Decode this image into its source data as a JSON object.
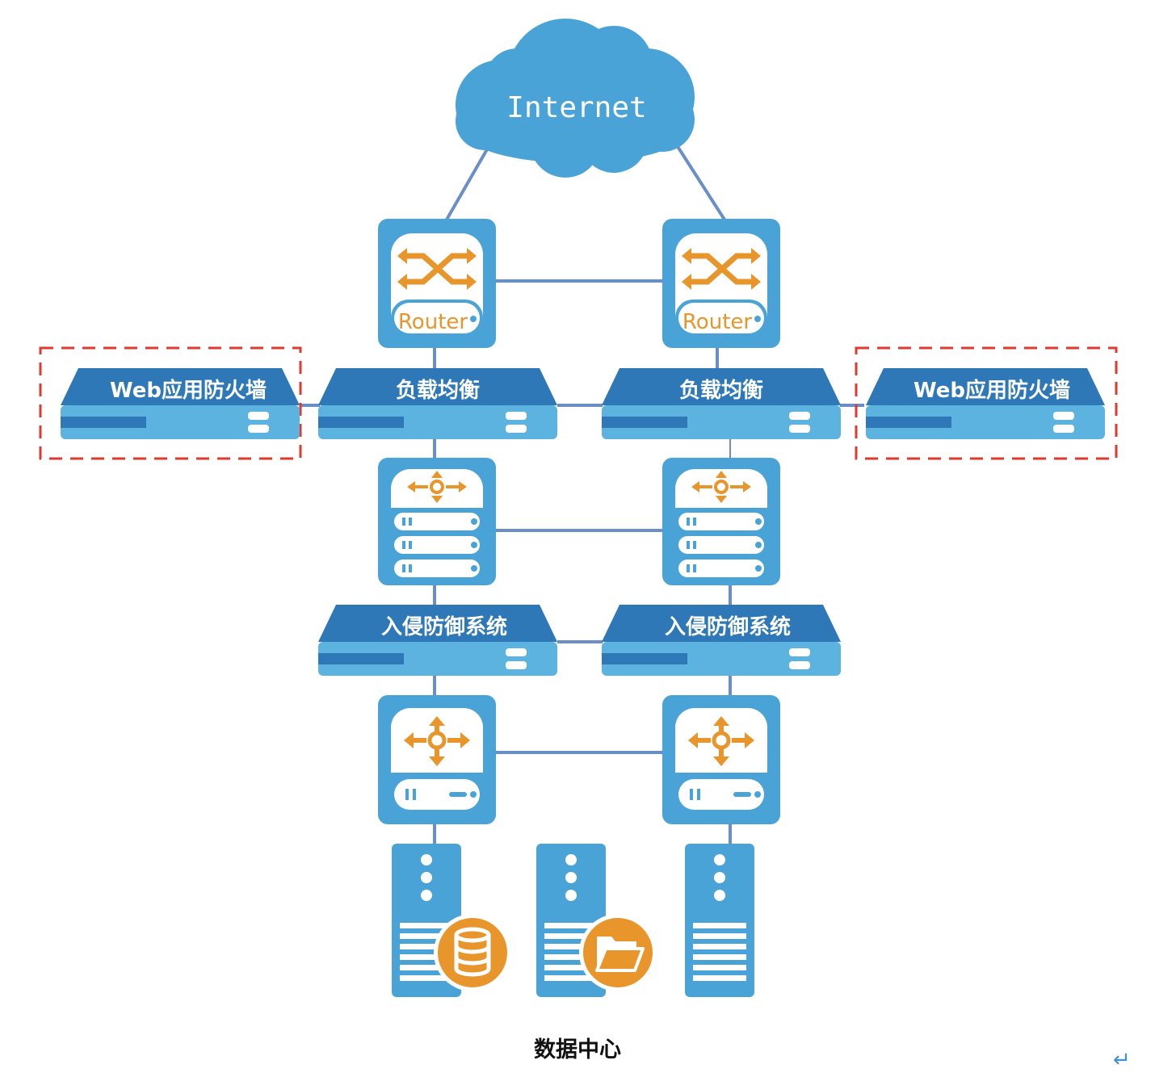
{
  "cloud": {
    "label": "Internet"
  },
  "routers": [
    {
      "label": "Router"
    },
    {
      "label": "Router"
    }
  ],
  "load_balancers": [
    {
      "label": "负载均衡"
    },
    {
      "label": "负载均衡"
    }
  ],
  "waf": [
    {
      "label": "Web应用防火墙"
    },
    {
      "label": "Web应用防火墙"
    }
  ],
  "ips": [
    {
      "label": "入侵防御系统"
    },
    {
      "label": "入侵防御系统"
    }
  ],
  "caption": "数据中心",
  "return_mark": "↵",
  "colors": {
    "device_blue": "#4aa3d6",
    "device_dark": "#2e78b8",
    "device_light": "#5db3e0",
    "accent_orange": "#e8962c",
    "link": "#6a8fc7",
    "highlight_red": "#e03a2e"
  },
  "icons": {
    "router": "router-cross-arrows-icon",
    "switch": "switch-four-arrows-icon",
    "database": "database-icon",
    "folder": "folder-icon"
  }
}
